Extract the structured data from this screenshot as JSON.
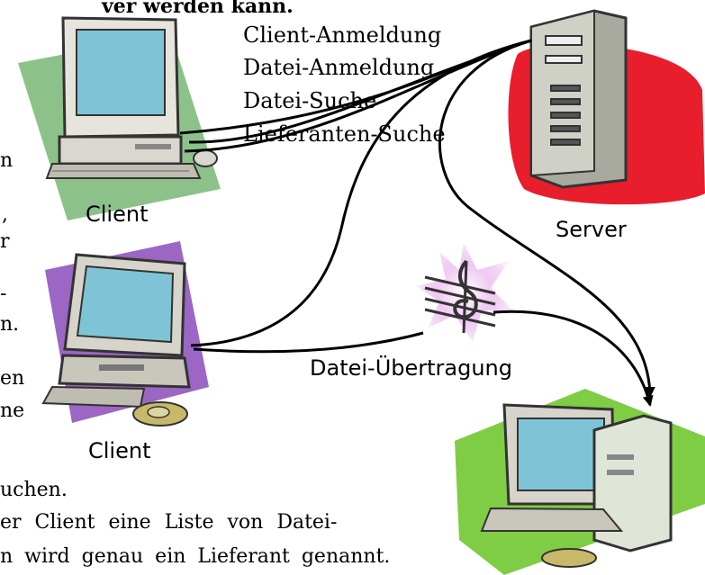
{
  "diagram": {
    "top_text_fragment": "ver werden kann.",
    "left_column_fragments": [
      "n",
      ",",
      "r",
      "-",
      "n.",
      "en",
      "ne"
    ],
    "bottom_text": {
      "line1": "uchen.",
      "line2": "er Client eine Liste von Datei-",
      "line3": "n wird genau ein Lieferant genannt."
    },
    "messages": [
      "Client-Anmeldung",
      "Datei-Anmeldung",
      "Datei-Suche",
      "Lieferanten-Suche"
    ],
    "transfer_label": "Datei-Übertragung",
    "nodes": {
      "client_top": "Client",
      "client_bottom": "Client",
      "server": "Server"
    },
    "colors": {
      "client_top_backdrop": "#8cc28a",
      "client_bottom_backdrop": "#9b66c4",
      "server_backdrop": "#e81e2d",
      "client_right_backdrop": "#7fcc45",
      "screen": "#7fc4d6",
      "note_glow": "#e3a7e8"
    },
    "icons": [
      "computer-icon",
      "server-tower-icon",
      "music-note-icon"
    ]
  }
}
